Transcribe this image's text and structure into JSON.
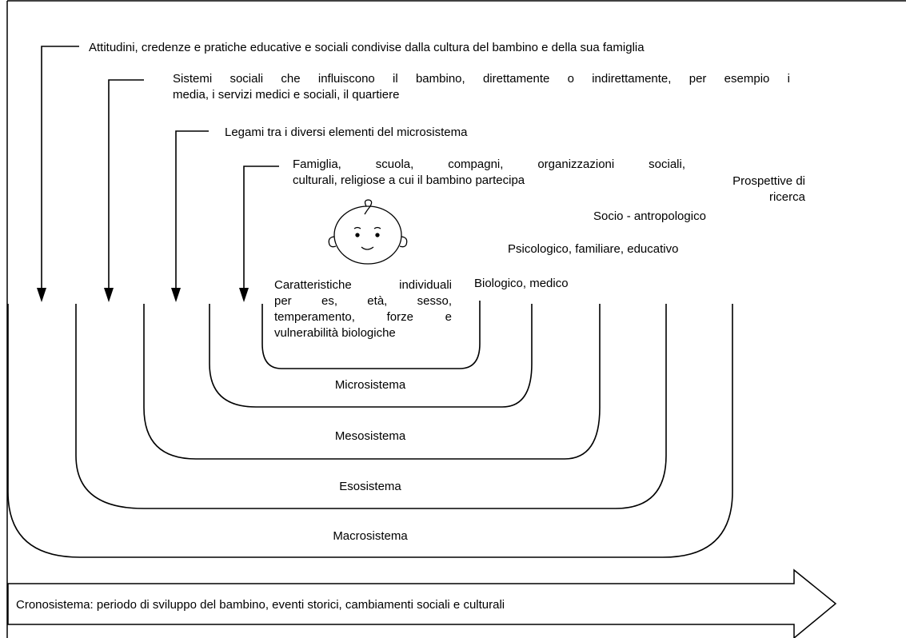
{
  "descriptions": {
    "macro": "Attitudini, credenze e pratiche educative e sociali condivise dalla cultura del bambino e della sua famiglia",
    "exo_line1": "Sistemi sociali che influiscono il bambino, direttamente o indirettamente, per esempio i",
    "exo_line2": "media, i servizi medici e sociali, il quartiere",
    "meso": "Legami tra i diversi elementi del microsistema",
    "micro_line1": "Famiglia, scuola, compagni, organizzazioni sociali,",
    "micro_line2": "culturali, religiose a cui il bambino partecipa"
  },
  "perspectives": {
    "title_line1": "Prospettive di",
    "title_line2": "ricerca",
    "socio": "Socio - antropologico",
    "psico": "Psicologico, familiare, educativo",
    "bio": "Biologico, medico"
  },
  "individual": {
    "line1": "Caratteristiche individuali",
    "line2": "per es, età, sesso,",
    "line3": "temperamento, forze e",
    "line4": "vulnerabilità biologiche"
  },
  "systems": {
    "micro": "Microsistema",
    "meso": "Mesosistema",
    "exo": "Esosistema",
    "macro": "Macrosistema"
  },
  "chrono": "Cronosistema: periodo di sviluppo del bambino, eventi storici, cambiamenti sociali e culturali",
  "icons": {
    "child": "baby-face-icon"
  }
}
